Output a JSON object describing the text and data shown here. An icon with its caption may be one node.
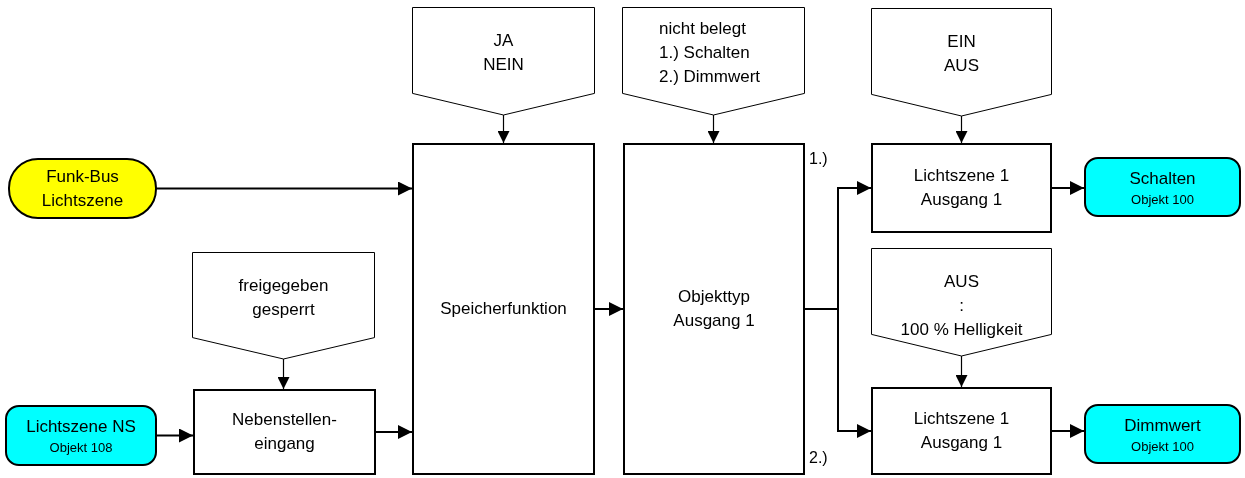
{
  "diagram": {
    "nodes": [
      {
        "text": [
          "Funk-Bus",
          "Lichtszene"
        ]
      },
      {
        "text": [
          "JA",
          "NEIN"
        ]
      },
      {
        "text": [
          "Speicherfunktion"
        ]
      },
      {
        "text": [
          "nicht belegt",
          "1.) Schalten",
          "2.) Dimmwert"
        ]
      },
      {
        "text": [
          "Objekttyp",
          "Ausgang 1"
        ]
      },
      {
        "text": [
          "EIN",
          "AUS"
        ]
      },
      {
        "text": [
          "Lichtszene 1",
          "Ausgang 1"
        ]
      },
      {
        "text": [
          "Schalten",
          "Objekt 100"
        ]
      },
      {
        "text": [
          "freigegeben",
          "gesperrt"
        ]
      },
      {
        "text": [
          "AUS",
          ":",
          "100 % Helligkeit"
        ]
      },
      {
        "text": [
          "Lichtszene NS",
          "Objekt 108"
        ]
      },
      {
        "text": [
          "Nebenstellen-eingang"
        ]
      },
      {
        "text": [
          "Lichtszene 1",
          "Ausgang 1"
        ]
      },
      {
        "text": [
          "Dimmwert",
          "Objekt 100"
        ]
      }
    ],
    "edges": [
      {
        "from": 0,
        "to": 2,
        "arrow": "to"
      },
      {
        "from": 1,
        "to": 2,
        "arrow": "to"
      },
      {
        "from": 3,
        "to": 4,
        "arrow": "to"
      },
      {
        "from": 5,
        "to": 6,
        "arrow": "to"
      },
      {
        "from": 8,
        "to": 11,
        "arrow": "to"
      },
      {
        "from": 10,
        "to": 11,
        "arrow": "to"
      },
      {
        "from": 11,
        "to": 2,
        "arrow": "to"
      },
      {
        "from": 2,
        "to": 4,
        "arrow": "to"
      },
      {
        "from": 4,
        "to": 6,
        "arrow": "to",
        "label": "1.)"
      },
      {
        "from": 4,
        "to": 12,
        "arrow": "to",
        "label": "2.)"
      },
      {
        "from": 9,
        "to": 12,
        "arrow": "to"
      },
      {
        "from": 6,
        "to": 7,
        "arrow": "to"
      },
      {
        "from": 12,
        "to": 13,
        "arrow": "to"
      }
    ]
  }
}
